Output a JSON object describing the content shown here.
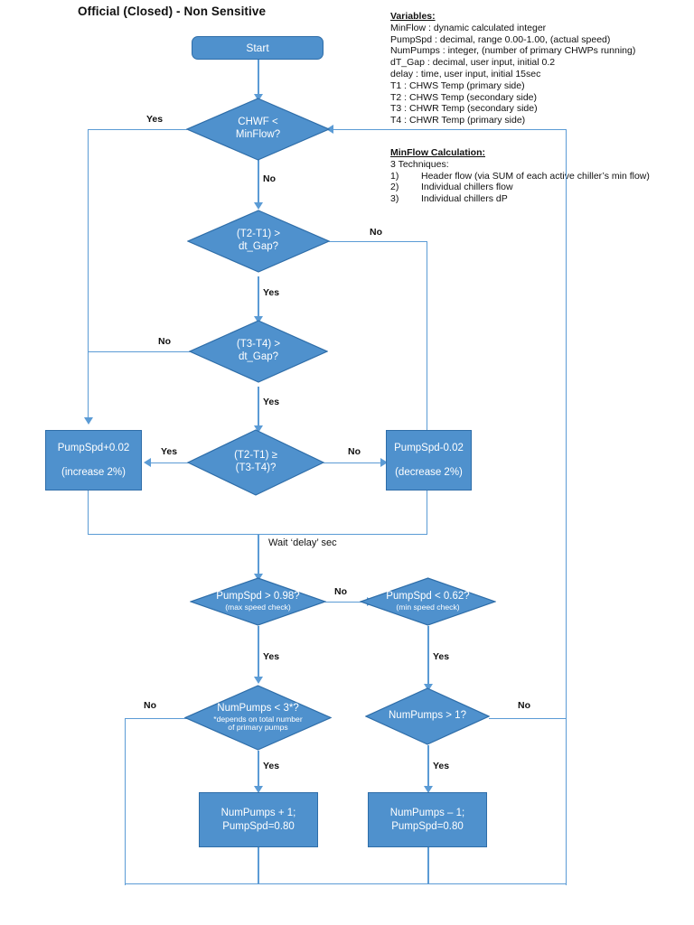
{
  "document": {
    "classification_title": "Official (Closed) - Non Sensitive"
  },
  "notes": {
    "variables": {
      "heading": "Variables:",
      "lines": [
        "MinFlow : dynamic calculated integer",
        "PumpSpd : decimal, range 0.00-1.00, (actual speed)",
        "NumPumps : integer, (number of primary CHWPs running)",
        "dT_Gap : decimal, user input, initial 0.2",
        "delay : time, user input, initial 15sec",
        "T1 : CHWS Temp (primary side)",
        "T2 : CHWS Temp (secondary side)",
        "T3 : CHWR Temp (secondary side)",
        "T4 : CHWR Temp (primary side)"
      ]
    },
    "minflow": {
      "heading": "MinFlow Calculation:",
      "subheading": "3 Techniques:",
      "items": [
        {
          "num": "1)",
          "text": "Header flow (via SUM of each active chiller’s min flow)"
        },
        {
          "num": "2)",
          "text": "Individual chillers flow"
        },
        {
          "num": "3)",
          "text": "Individual chillers dP"
        }
      ]
    }
  },
  "flow": {
    "start": {
      "label": "Start"
    },
    "d_chwf": {
      "line1": "CHWF <",
      "line2": "MinFlow?"
    },
    "d_t2t1_gap": {
      "line1": "(T2-T1) >",
      "line2": "dt_Gap?"
    },
    "d_t3t4_gap": {
      "line1": "(T3-T4) >",
      "line2": "dt_Gap?"
    },
    "d_compare": {
      "line1": "(T2-T1) ≥",
      "line2": "(T3-T4)?"
    },
    "box_inc": {
      "line1": "PumpSpd+0.02",
      "line2": "(increase 2%)"
    },
    "box_dec": {
      "line1": "PumpSpd-0.02",
      "line2": "(decrease 2%)"
    },
    "wait_label": "Wait ‘delay’ sec",
    "d_max_speed": {
      "line1": "PumpSpd > 0.98?",
      "line2": "(max speed check)"
    },
    "d_min_speed": {
      "line1": "PumpSpd < 0.62?",
      "line2": "(min speed check)"
    },
    "d_numpumps_lt3": {
      "line1": "NumPumps < 3*?",
      "line2": "*depends on total number",
      "line3": "of primary pumps"
    },
    "d_numpumps_gt1": {
      "line1": "NumPumps > 1?"
    },
    "box_add_pump": {
      "line1": "NumPumps + 1;",
      "line2": "PumpSpd=0.80"
    },
    "box_rem_pump": {
      "line1": "NumPumps – 1;",
      "line2": "PumpSpd=0.80"
    },
    "edges": {
      "chwf_yes": "Yes",
      "chwf_no": "No",
      "t2t1gap_no": "No",
      "t2t1gap_yes": "Yes",
      "t3t4gap_no": "No",
      "t3t4gap_yes": "Yes",
      "compare_yes": "Yes",
      "compare_no": "No",
      "maxspeed_no": "No",
      "maxspeed_yes": "Yes",
      "minspeed_yes": "Yes",
      "lt3_no": "No",
      "lt3_yes": "Yes",
      "gt1_no": "No",
      "gt1_yes": "Yes"
    }
  },
  "colors": {
    "shape_fill": "#4F91CD",
    "shape_border": "#2E6DA8",
    "connector": "#5B9BD5",
    "text_on_shape": "#FFFFFF",
    "text_body": "#101010"
  }
}
